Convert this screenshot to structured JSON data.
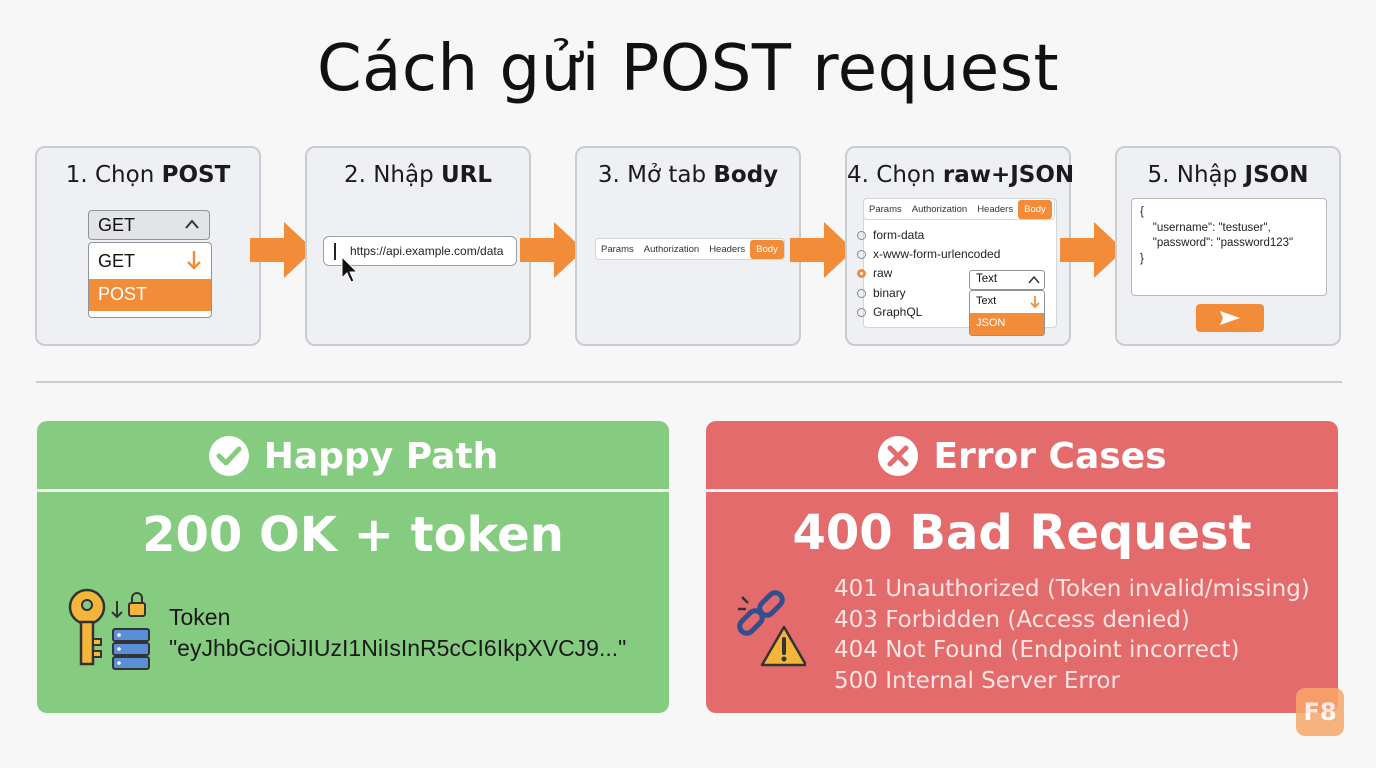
{
  "title": "Cách gửi POST request",
  "steps": [
    {
      "prefix": "1. Chọn ",
      "bold": "POST"
    },
    {
      "prefix": "2. Nhập ",
      "bold": "URL"
    },
    {
      "prefix": "3. Mở tab ",
      "bold": "Body"
    },
    {
      "prefix": "4. Chọn ",
      "bold": "raw+JSON"
    },
    {
      "prefix": "5. Nhập ",
      "bold": "JSON"
    }
  ],
  "method_select": {
    "selected": "GET",
    "options": [
      "GET",
      "POST"
    ],
    "highlighted": "POST"
  },
  "url_field": {
    "value": "https://api.example.com/data"
  },
  "tabs": [
    "Params",
    "Authorization",
    "Headers",
    "Body"
  ],
  "body_types": [
    "form-data",
    "x-www-form-urlencoded",
    "raw",
    "binary",
    "GraphQL"
  ],
  "body_type_selected": "raw",
  "format_select": {
    "selected": "Text",
    "options": [
      "Text",
      "JSON"
    ],
    "highlighted": "JSON"
  },
  "json_body": "{\n    \"username\": \"testuser\",\n    \"password\": \"password123\"\n}",
  "happy": {
    "title": "Happy Path",
    "status": "200 OK + token",
    "token_label": "Token",
    "token_value": "\"eyJhbGciOiJIUzI1NiIsInR5cCI6IkpXVCJ9...\""
  },
  "error": {
    "title": "Error Cases",
    "status": "400 Bad Request",
    "items": [
      "401 Unauthorized (Token invalid/missing)",
      "403 Forbidden (Access denied)",
      "404 Not Found (Endpoint incorrect)",
      "500 Internal Server Error"
    ]
  },
  "logo": "F8",
  "colors": {
    "accent": "#f28c38",
    "happy": "#86cc80",
    "error": "#e46b6b"
  }
}
